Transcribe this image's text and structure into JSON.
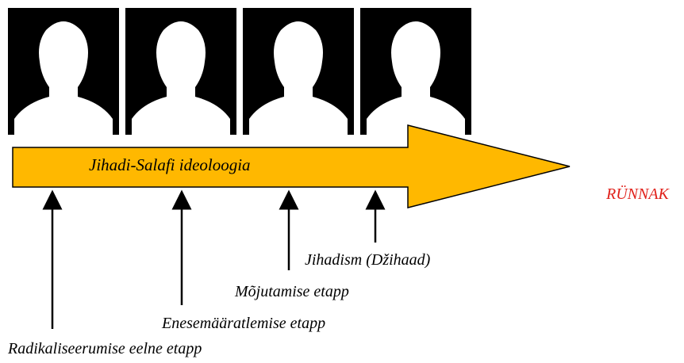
{
  "diagram": {
    "ideology_label": "Jihadi-Salafi ideoloogia",
    "attack_label": "RÜNNAK",
    "stages": [
      {
        "label": "Radikaliseerumise eelne etapp"
      },
      {
        "label": "Enesemääratlemise etapp"
      },
      {
        "label": "Mõjutamise etapp"
      },
      {
        "label": "Jihadism (Džihaad)"
      }
    ],
    "portrait_count": 4,
    "colors": {
      "arrow_fill": "#FFB800",
      "arrow_stroke": "#000000",
      "attack_text": "#E0201A",
      "portrait_bg": "#000000",
      "silhouette": "#ffffff"
    }
  }
}
